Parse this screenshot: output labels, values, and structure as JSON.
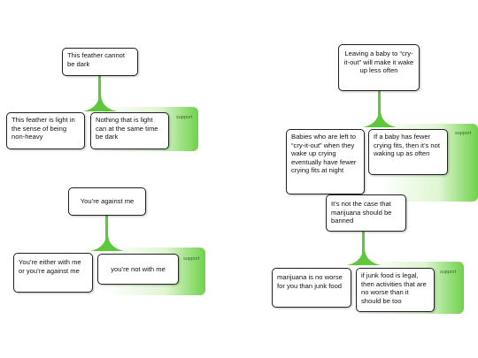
{
  "colors": {
    "accent": "#5cc83a",
    "tray_gradient_end": "#6fd24a",
    "node_border": "#222222"
  },
  "diagrams": [
    {
      "claim": "This feather cannot be dark",
      "relation": "support",
      "premises": [
        "This feather is light in the sense of being non-heavy",
        "Nothing that is light can at the same time be dark"
      ]
    },
    {
      "claim": "Leaving a baby to “cry-it-out” will make it wake up less often",
      "relation": "support",
      "premises": [
        "Babies who are left to “cry-it-out” when they wake up crying eventually have fewer crying fits at night",
        "If a baby has fewer crying fits, then it’s not waking up as often"
      ]
    },
    {
      "claim": "You’re against me",
      "relation": "support",
      "premises": [
        "You’re either with me or you’re against me",
        "you’re not with me"
      ]
    },
    {
      "claim": "It’s not the case that marijuana should be banned",
      "relation": "support",
      "premises": [
        "marijuana is no worse for you than junk food",
        "if junk food is legal, then activities that are no worse than it should be too"
      ]
    }
  ]
}
